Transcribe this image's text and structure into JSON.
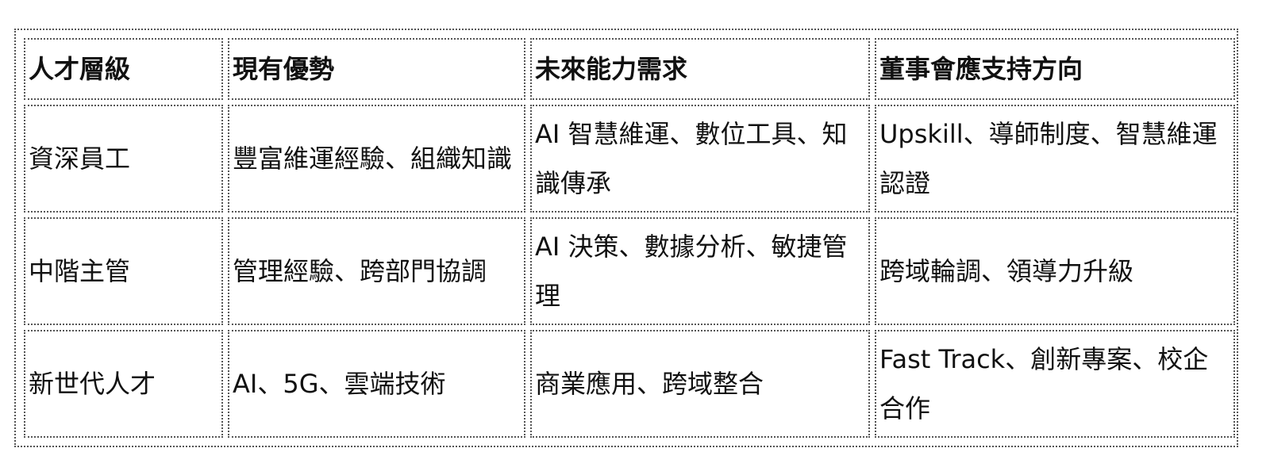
{
  "table": {
    "headers": [
      "人才層級",
      "現有優勢",
      "未來能力需求",
      "董事會應支持方向"
    ],
    "rows": [
      [
        "資深員工",
        "豐富維運經驗、組織知識",
        "AI 智慧維運、數位工具、知識傳承",
        "Upskill、導師制度、智慧維運認證"
      ],
      [
        "中階主管",
        "管理經驗、跨部門協調",
        "AI 決策、數據分析、敏捷管理",
        "跨域輪調、領導力升級"
      ],
      [
        "新世代人才",
        "AI、5G、雲端技術",
        "商業應用、跨域整合",
        "Fast Track、創新專案、校企合作"
      ]
    ]
  }
}
